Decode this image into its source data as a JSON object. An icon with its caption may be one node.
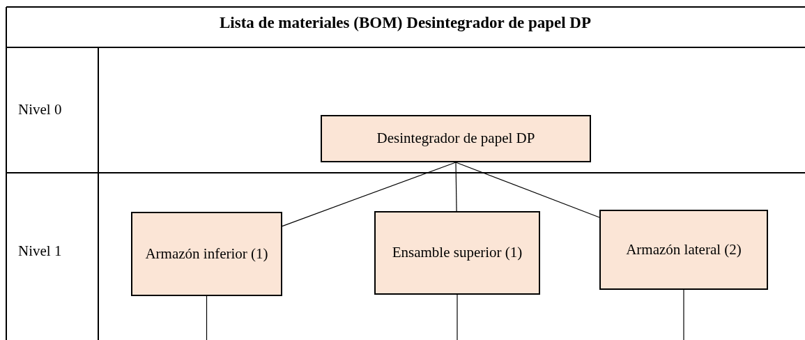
{
  "diagram": {
    "title": "Lista de materiales (BOM) Desintegrador de papel DP",
    "nodes": [
      {
        "text": [
          "Desintegrador de papel DP"
        ]
      },
      {
        "text": [
          "Armazón inferior (1)"
        ]
      },
      {
        "text": [
          "Ensamble superior (1)"
        ]
      },
      {
        "text": [
          "Armazón lateral (2)"
        ]
      }
    ],
    "edges": [
      {
        "from": 0,
        "to": 1,
        "arrow": "none"
      },
      {
        "from": 0,
        "to": 2,
        "arrow": "none"
      },
      {
        "from": 0,
        "to": 3,
        "arrow": "none"
      },
      {
        "from": 1,
        "to": null,
        "arrow": "none"
      },
      {
        "from": 2,
        "to": null,
        "arrow": "none"
      },
      {
        "from": 3,
        "to": null,
        "arrow": "none"
      }
    ],
    "labels": [
      "Nivel 0",
      "Nivel 1"
    ]
  }
}
